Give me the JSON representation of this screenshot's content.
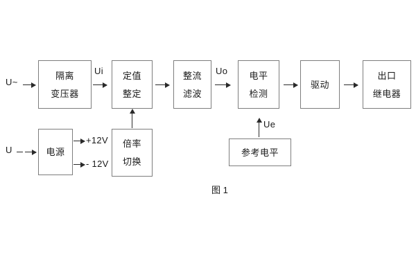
{
  "diagram": {
    "caption": "图 1",
    "blocks": [
      {
        "id": "isolation-transformer",
        "line1": "隔离",
        "line2": "变压器"
      },
      {
        "id": "setting-value",
        "line1": "定值",
        "line2": "整定"
      },
      {
        "id": "rectify-filter",
        "line1": "整流",
        "line2": "滤波"
      },
      {
        "id": "level-detection",
        "line1": "电平",
        "line2": "检测"
      },
      {
        "id": "drive",
        "line1": "驱动",
        "line2": ""
      },
      {
        "id": "output-relay",
        "line1": "出口",
        "line2": "继电器"
      },
      {
        "id": "power-supply",
        "line1": "电源",
        "line2": ""
      },
      {
        "id": "multiplier-switch",
        "line1": "倍率",
        "line2": "切换"
      },
      {
        "id": "reference-level",
        "line1": "参考电平",
        "line2": ""
      }
    ],
    "signals": {
      "input_ac": "U~",
      "input_dc": "U",
      "ui": "Ui",
      "uo": "Uo",
      "ue": "Ue",
      "rail_positive": "+12V",
      "rail_negative": "- 12V"
    },
    "colors": {
      "box_border": "#7d7d7d",
      "arrow": "#2a2a2a",
      "text": "#1a1a1a",
      "background": "#ffffff"
    }
  }
}
